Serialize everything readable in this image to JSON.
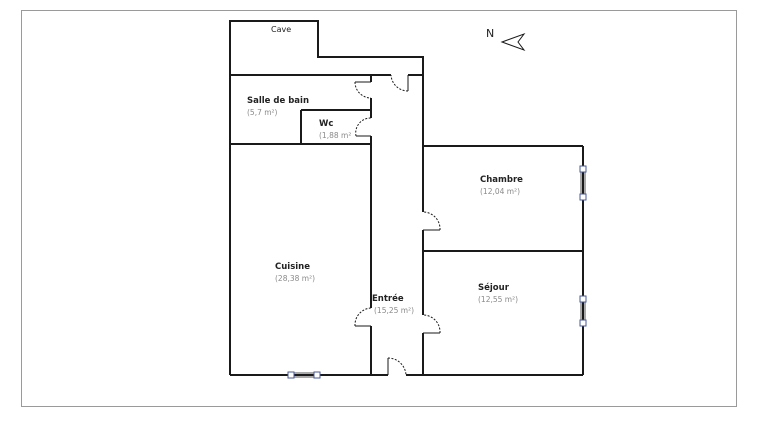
{
  "plan": {
    "cave": {
      "label": "Cave"
    },
    "north": {
      "label": "N"
    },
    "rooms": {
      "salle_de_bain": {
        "name": "Salle de bain",
        "area": "(5,7 m²)"
      },
      "wc": {
        "name": "Wc",
        "area": "(1,88 m²"
      },
      "cuisine": {
        "name": "Cuisine",
        "area": "(28,38 m²)"
      },
      "entree": {
        "name": "Entrée",
        "area": "(15,25 m²)"
      },
      "chambre": {
        "name": "Chambre",
        "area": "(12,04 m²)"
      },
      "sejour": {
        "name": "Séjour",
        "area": "(12,55 m²)"
      }
    }
  }
}
